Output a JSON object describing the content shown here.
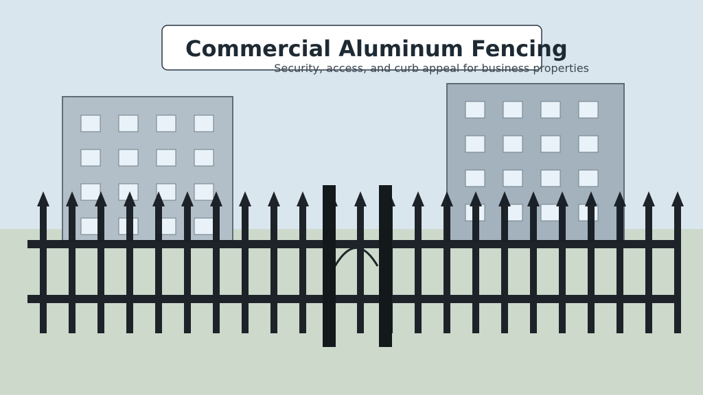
{
  "banner": {
    "title": "Commercial Aluminum Fencing",
    "subtitle": "Security, access, and curb appeal for business properties"
  },
  "colors": {
    "sky": "#dae6ee",
    "ground": "#ccd9cb",
    "building_left": "#b3bfc8",
    "building_right": "#a3b2bd",
    "building_outline": "#5f6d78",
    "window": "#e8f2f8",
    "fence": "#161c22",
    "gate_post": "#0c1114"
  },
  "scene": {
    "left_building": {
      "rows": 4,
      "cols": 4
    },
    "right_building": {
      "rows": 4,
      "cols": 4
    },
    "fence_pickets": 23
  }
}
